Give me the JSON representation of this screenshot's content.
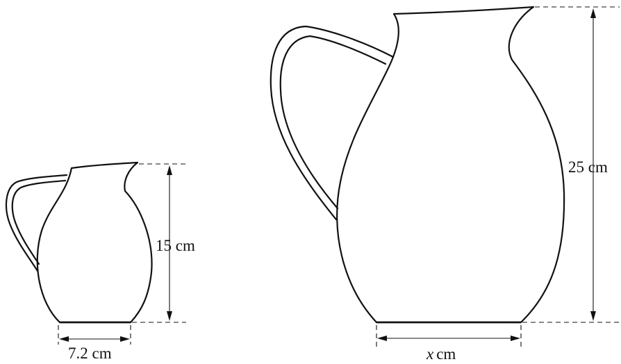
{
  "small_jug": {
    "height_label": "15 cm",
    "base_label": "7.2 cm"
  },
  "large_jug": {
    "height_label": "25 cm",
    "base_var": "x",
    "base_unit": "cm"
  }
}
